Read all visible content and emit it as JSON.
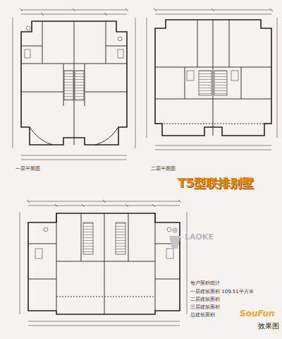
{
  "diagram": {
    "title": "T5型联排别墅",
    "labels": [
      "一层平面图",
      "二层平面图",
      "每户面积统计",
      "一层建筑面积 109.51平方米",
      "二层建筑面积",
      "三层建筑面积",
      "总建筑面积",
      "LAOKE",
      "SouFun",
      "效果图"
    ]
  }
}
